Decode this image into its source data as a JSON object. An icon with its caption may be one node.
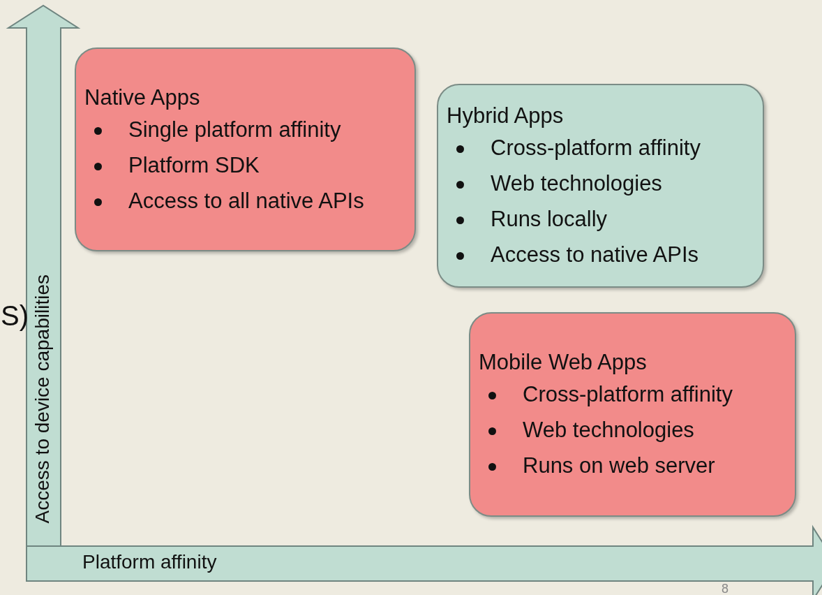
{
  "diagram": {
    "nodes": [
      {
        "text": [
          "Native Apps",
          "Single platform affinity",
          "Platform SDK",
          "Access to all native APIs"
        ]
      },
      {
        "text": [
          "Hybrid Apps",
          "Cross-platform affinity",
          "Web technologies",
          "Runs locally",
          "Access to native APIs"
        ]
      },
      {
        "text": [
          "Mobile Web Apps",
          "Cross-platform affinity",
          "Web technologies",
          "Runs on web server"
        ]
      },
      {
        "text": [
          "Access to device capabilities"
        ]
      },
      {
        "text": [
          "Platform affinity"
        ]
      }
    ],
    "edges": [],
    "labels": [
      "S)",
      "8"
    ]
  }
}
